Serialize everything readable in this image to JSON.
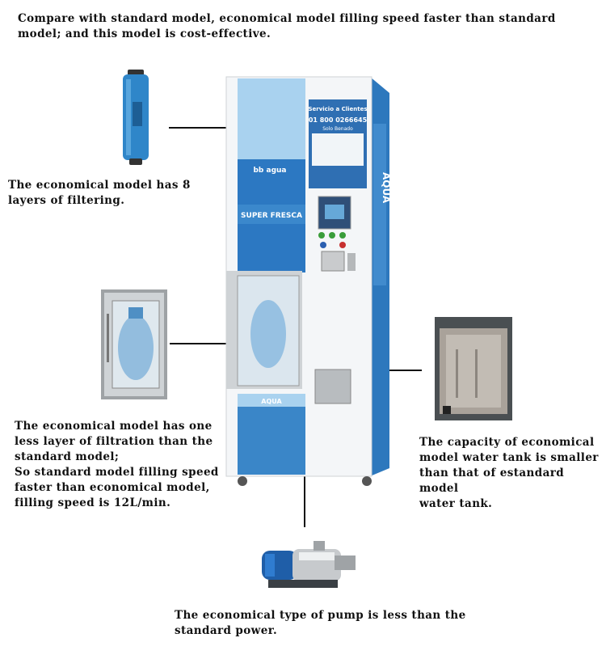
{
  "intro": "Compare with standard model,  economical model filling speed faster than standard\nmodel;  and this model is cost-effective.",
  "callouts": {
    "filter": "The economical model has 8\nlayers of filtering.",
    "door": "The economical model has one\nless layer of filtration than the\nstandard model;\nSo standard model filling speed\nfaster than economical model,\nfilling speed is 12L/min.",
    "tank": "The capacity of economical\nmodel water tank is smaller\nthan that of estandard model\nwater tank.",
    "pump": "The economical type of pump is less than the\nstandard power."
  },
  "machine": {
    "service_title": "Servicio a Clientes",
    "service_phone": "01 800 0266645",
    "brand_tag": "Solo Benado",
    "side_brand": "AQUA",
    "slogan": "SUPER FRESCA",
    "logo_text": "bb agua",
    "bottom_brand": "AQUA"
  },
  "colors": {
    "machine_blue": "#2a6fb3",
    "panel_white": "#f4f6f8",
    "stainless": "#b9bcbf"
  }
}
